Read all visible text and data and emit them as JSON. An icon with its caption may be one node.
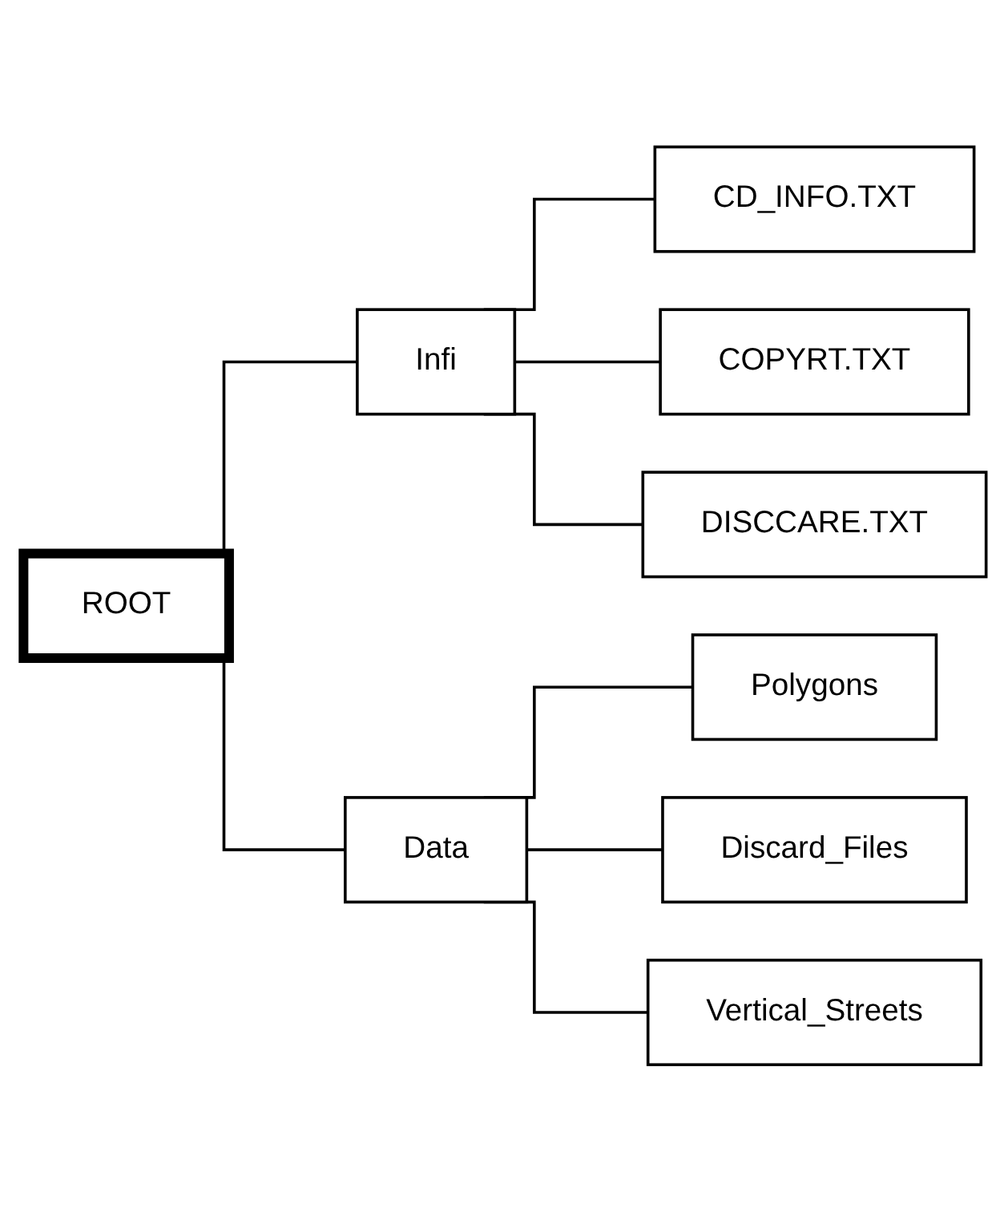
{
  "diagram": {
    "nodes": [
      {
        "text": [
          "ROOT"
        ]
      },
      {
        "text": [
          "Infi"
        ]
      },
      {
        "text": [
          "CD_INFO.TXT"
        ]
      },
      {
        "text": [
          "COPYRT.TXT"
        ]
      },
      {
        "text": [
          "DISCCARE.TXT"
        ]
      },
      {
        "text": [
          "Data"
        ]
      },
      {
        "text": [
          "Polygons"
        ]
      },
      {
        "text": [
          "Discard_Files"
        ]
      },
      {
        "text": [
          "Vertical_Streets"
        ]
      }
    ],
    "edges": [
      {
        "from": 0,
        "to": 1,
        "arrow": "none"
      },
      {
        "from": 0,
        "to": 5,
        "arrow": "none"
      },
      {
        "from": 1,
        "to": 2,
        "arrow": "none"
      },
      {
        "from": 1,
        "to": 3,
        "arrow": "none"
      },
      {
        "from": 1,
        "to": 4,
        "arrow": "none"
      },
      {
        "from": 5,
        "to": 6,
        "arrow": "none"
      },
      {
        "from": 5,
        "to": 7,
        "arrow": "none"
      },
      {
        "from": 5,
        "to": 8,
        "arrow": "none"
      }
    ]
  }
}
